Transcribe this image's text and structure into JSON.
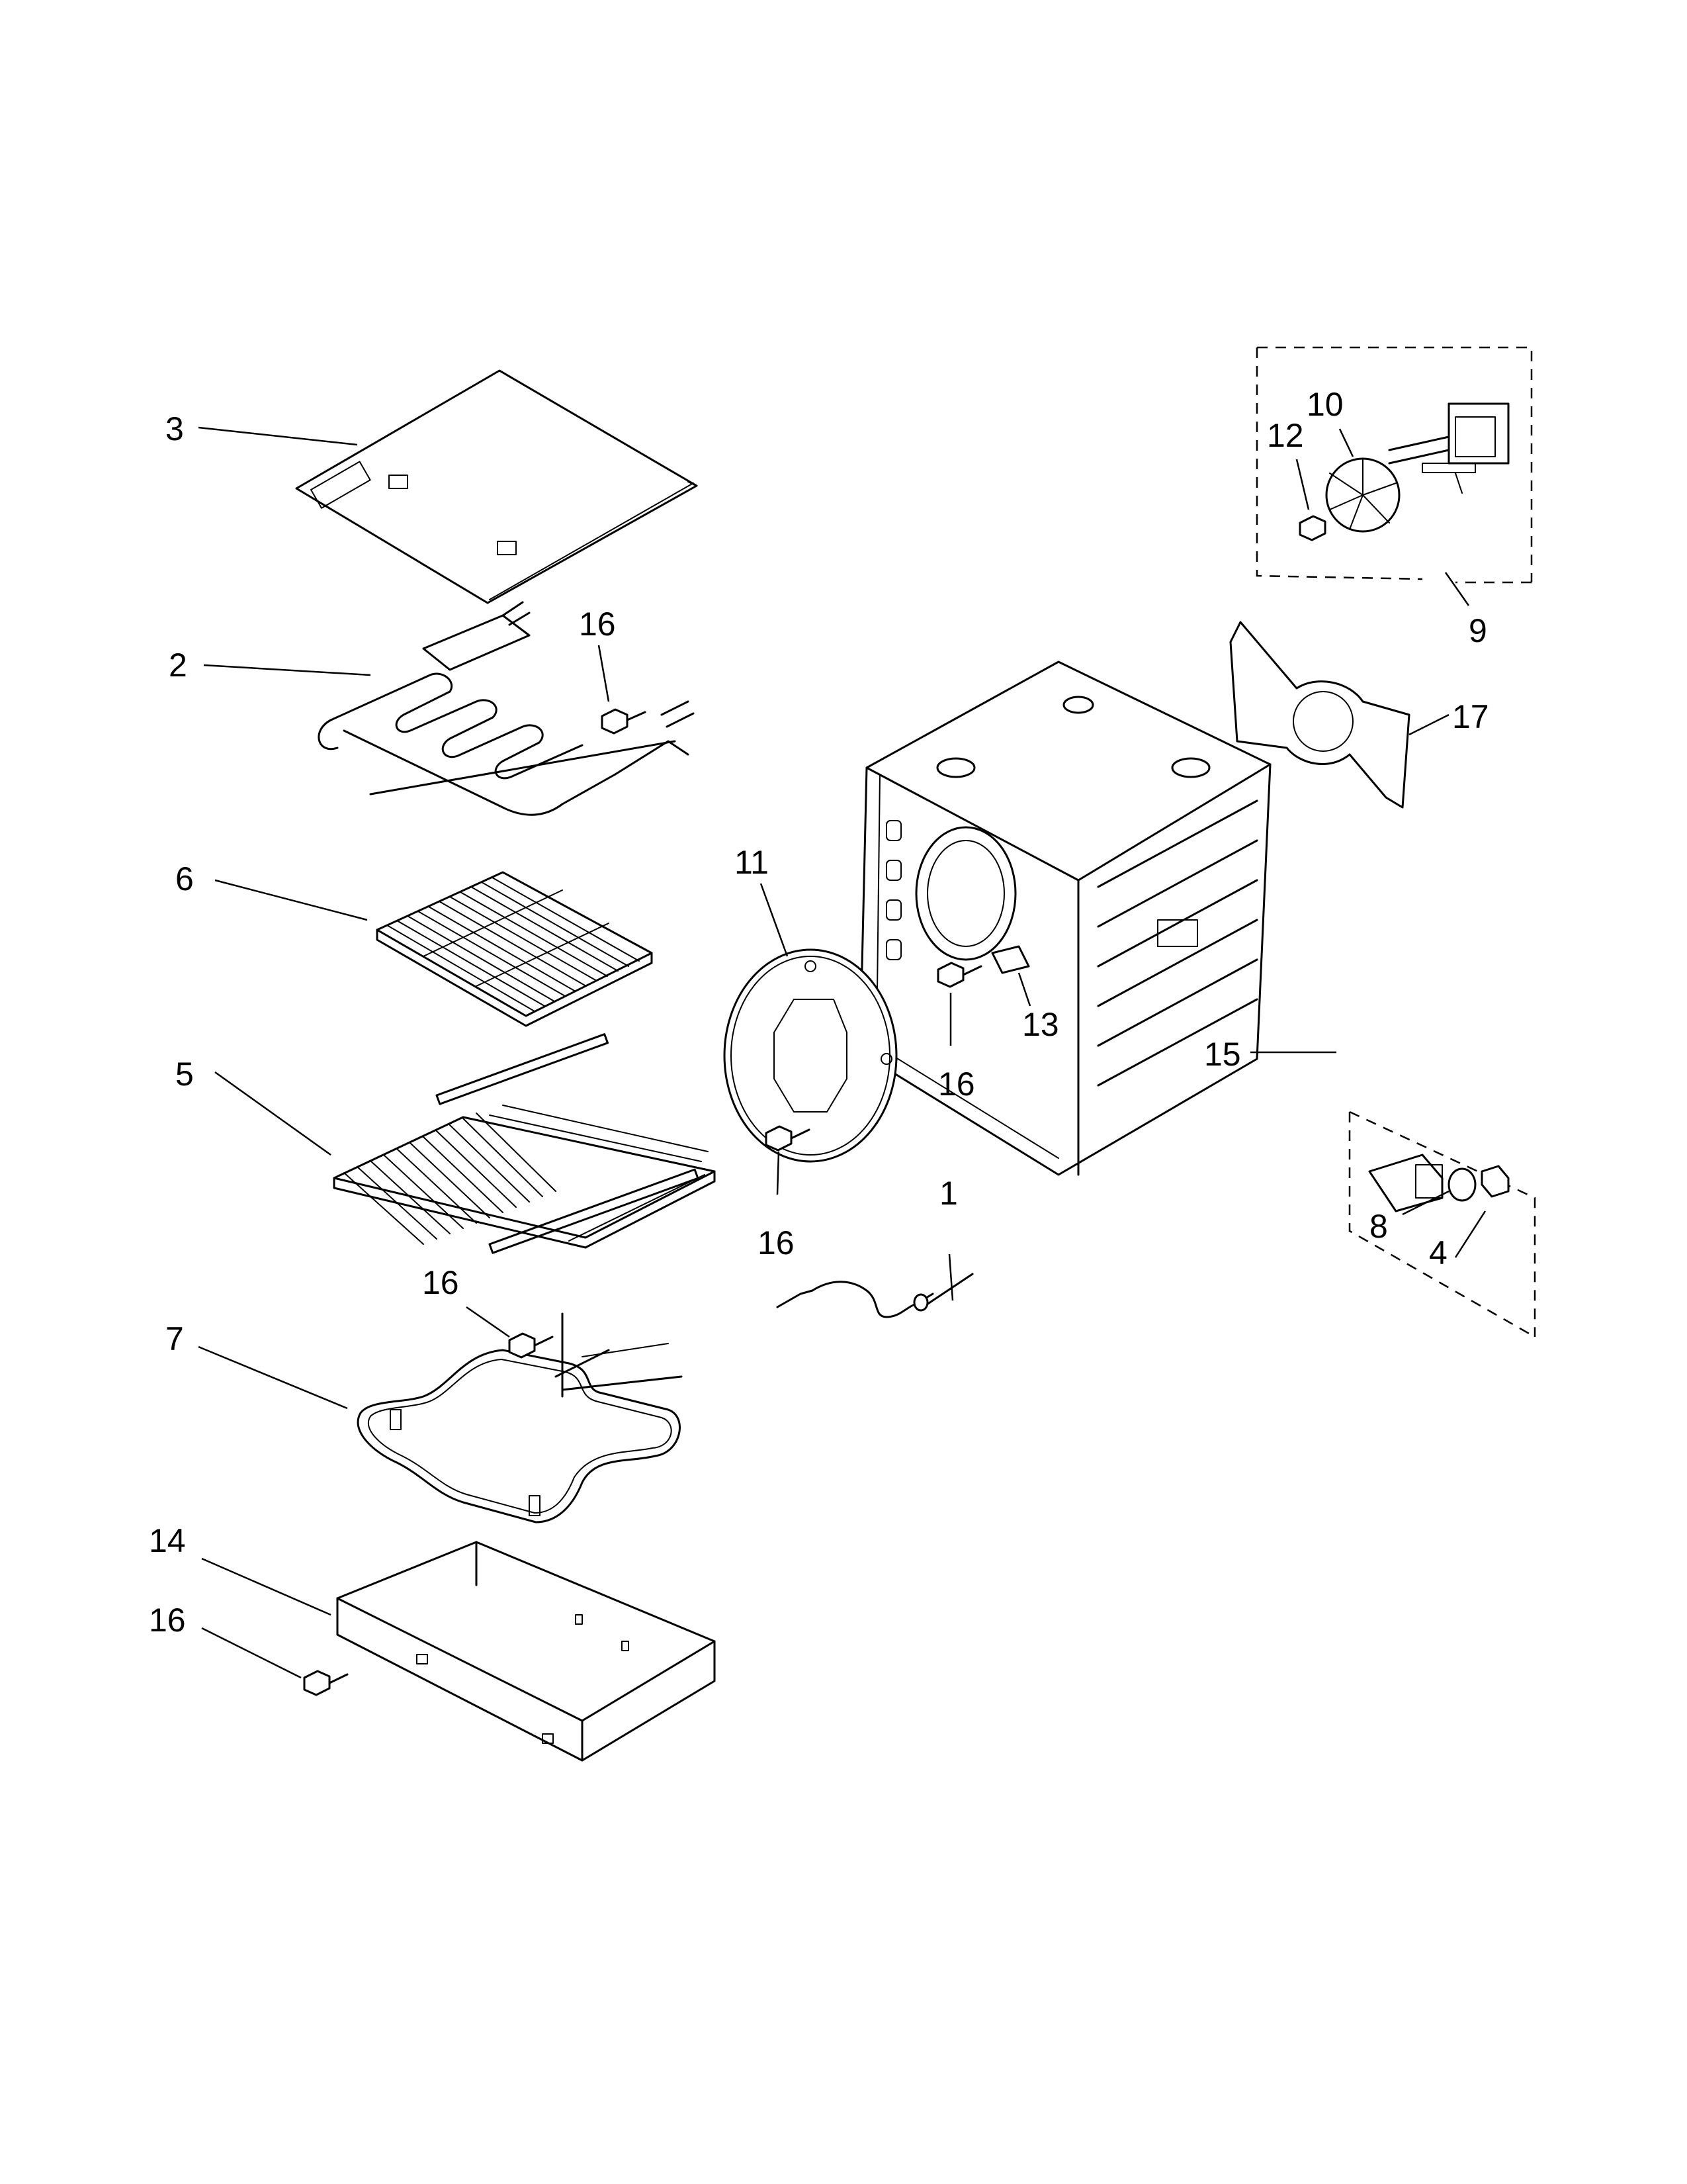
{
  "diagram": {
    "parts": [
      {
        "id": "cover",
        "label": "3"
      },
      {
        "id": "broil-element",
        "label": "2"
      },
      {
        "id": "screw-broil",
        "label": "16"
      },
      {
        "id": "flat-rack",
        "label": "6"
      },
      {
        "id": "sliding-rack",
        "label": "5"
      },
      {
        "id": "screw-bake",
        "label": "16"
      },
      {
        "id": "bake-element",
        "label": "7"
      },
      {
        "id": "bottom-tray",
        "label": "14"
      },
      {
        "id": "screw-tray",
        "label": "16"
      },
      {
        "id": "fan-guard",
        "label": "11"
      },
      {
        "id": "screw-guard",
        "label": "16"
      },
      {
        "id": "meat-probe",
        "label": "1"
      },
      {
        "id": "oven-cavity-clip",
        "label": "13"
      },
      {
        "id": "screw-cavity",
        "label": "16"
      },
      {
        "id": "convection-element",
        "label": "17"
      },
      {
        "id": "fan-motor-assembly",
        "label": "9"
      },
      {
        "id": "fan-blade",
        "label": "10"
      },
      {
        "id": "fan-nut",
        "label": "12"
      },
      {
        "id": "light-assembly",
        "label": "15"
      },
      {
        "id": "light-gasket",
        "label": "8"
      },
      {
        "id": "light-lens",
        "label": "4"
      }
    ]
  }
}
